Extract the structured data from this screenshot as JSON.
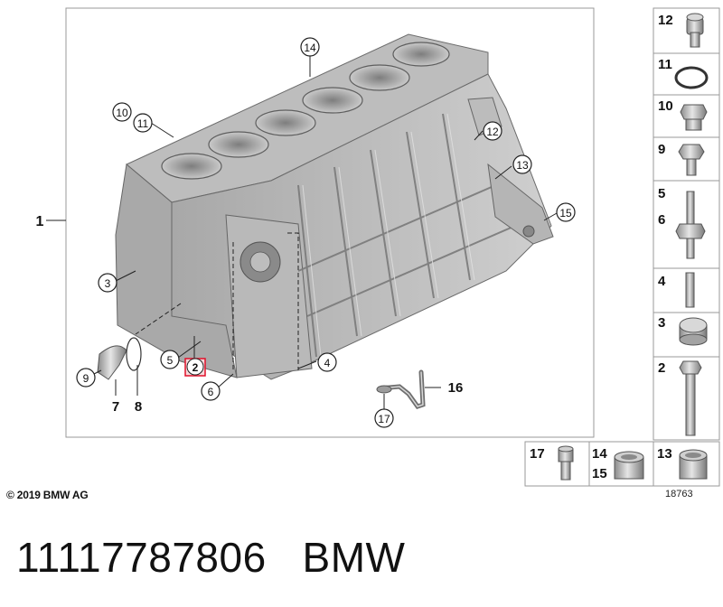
{
  "copyright": "© 2019 BMW AG",
  "diagram_id": "18763",
  "footer": {
    "part_number": "11117787806",
    "brand": "BMW"
  },
  "main_labels": {
    "1": "1",
    "2": "2",
    "3": "3",
    "4": "4",
    "5": "5",
    "6": "6",
    "7": "7",
    "8": "8",
    "9": "9",
    "10": "10",
    "11": "11",
    "12": "12",
    "13": "13",
    "14": "14",
    "15": "15",
    "16": "16",
    "17": "17"
  },
  "legend": {
    "side": [
      {
        "labels": [
          "12"
        ],
        "part": "oil-drain-plug"
      },
      {
        "labels": [
          "11"
        ],
        "part": "sealing-ring"
      },
      {
        "labels": [
          "10"
        ],
        "part": "screw-plug"
      },
      {
        "labels": [
          "9"
        ],
        "part": "hex-bolt"
      },
      {
        "labels": [
          "5",
          "6"
        ],
        "part": "stud-bolt"
      },
      {
        "labels": [
          "4"
        ],
        "part": "dowel-pin"
      },
      {
        "labels": [
          "3"
        ],
        "part": "expansion-plug"
      },
      {
        "labels": [
          "2"
        ],
        "part": "long-bolt"
      }
    ],
    "bottom": [
      {
        "labels": [
          "17"
        ],
        "part": "socket-head-screw"
      },
      {
        "labels": [
          "14",
          "15"
        ],
        "part": "sleeve"
      },
      {
        "labels": [
          "13"
        ],
        "part": "bushing"
      }
    ]
  },
  "colors": {
    "highlight": "#e0102a",
    "block_light": "#c4c4c4",
    "block_dark": "#8f8f8f"
  }
}
